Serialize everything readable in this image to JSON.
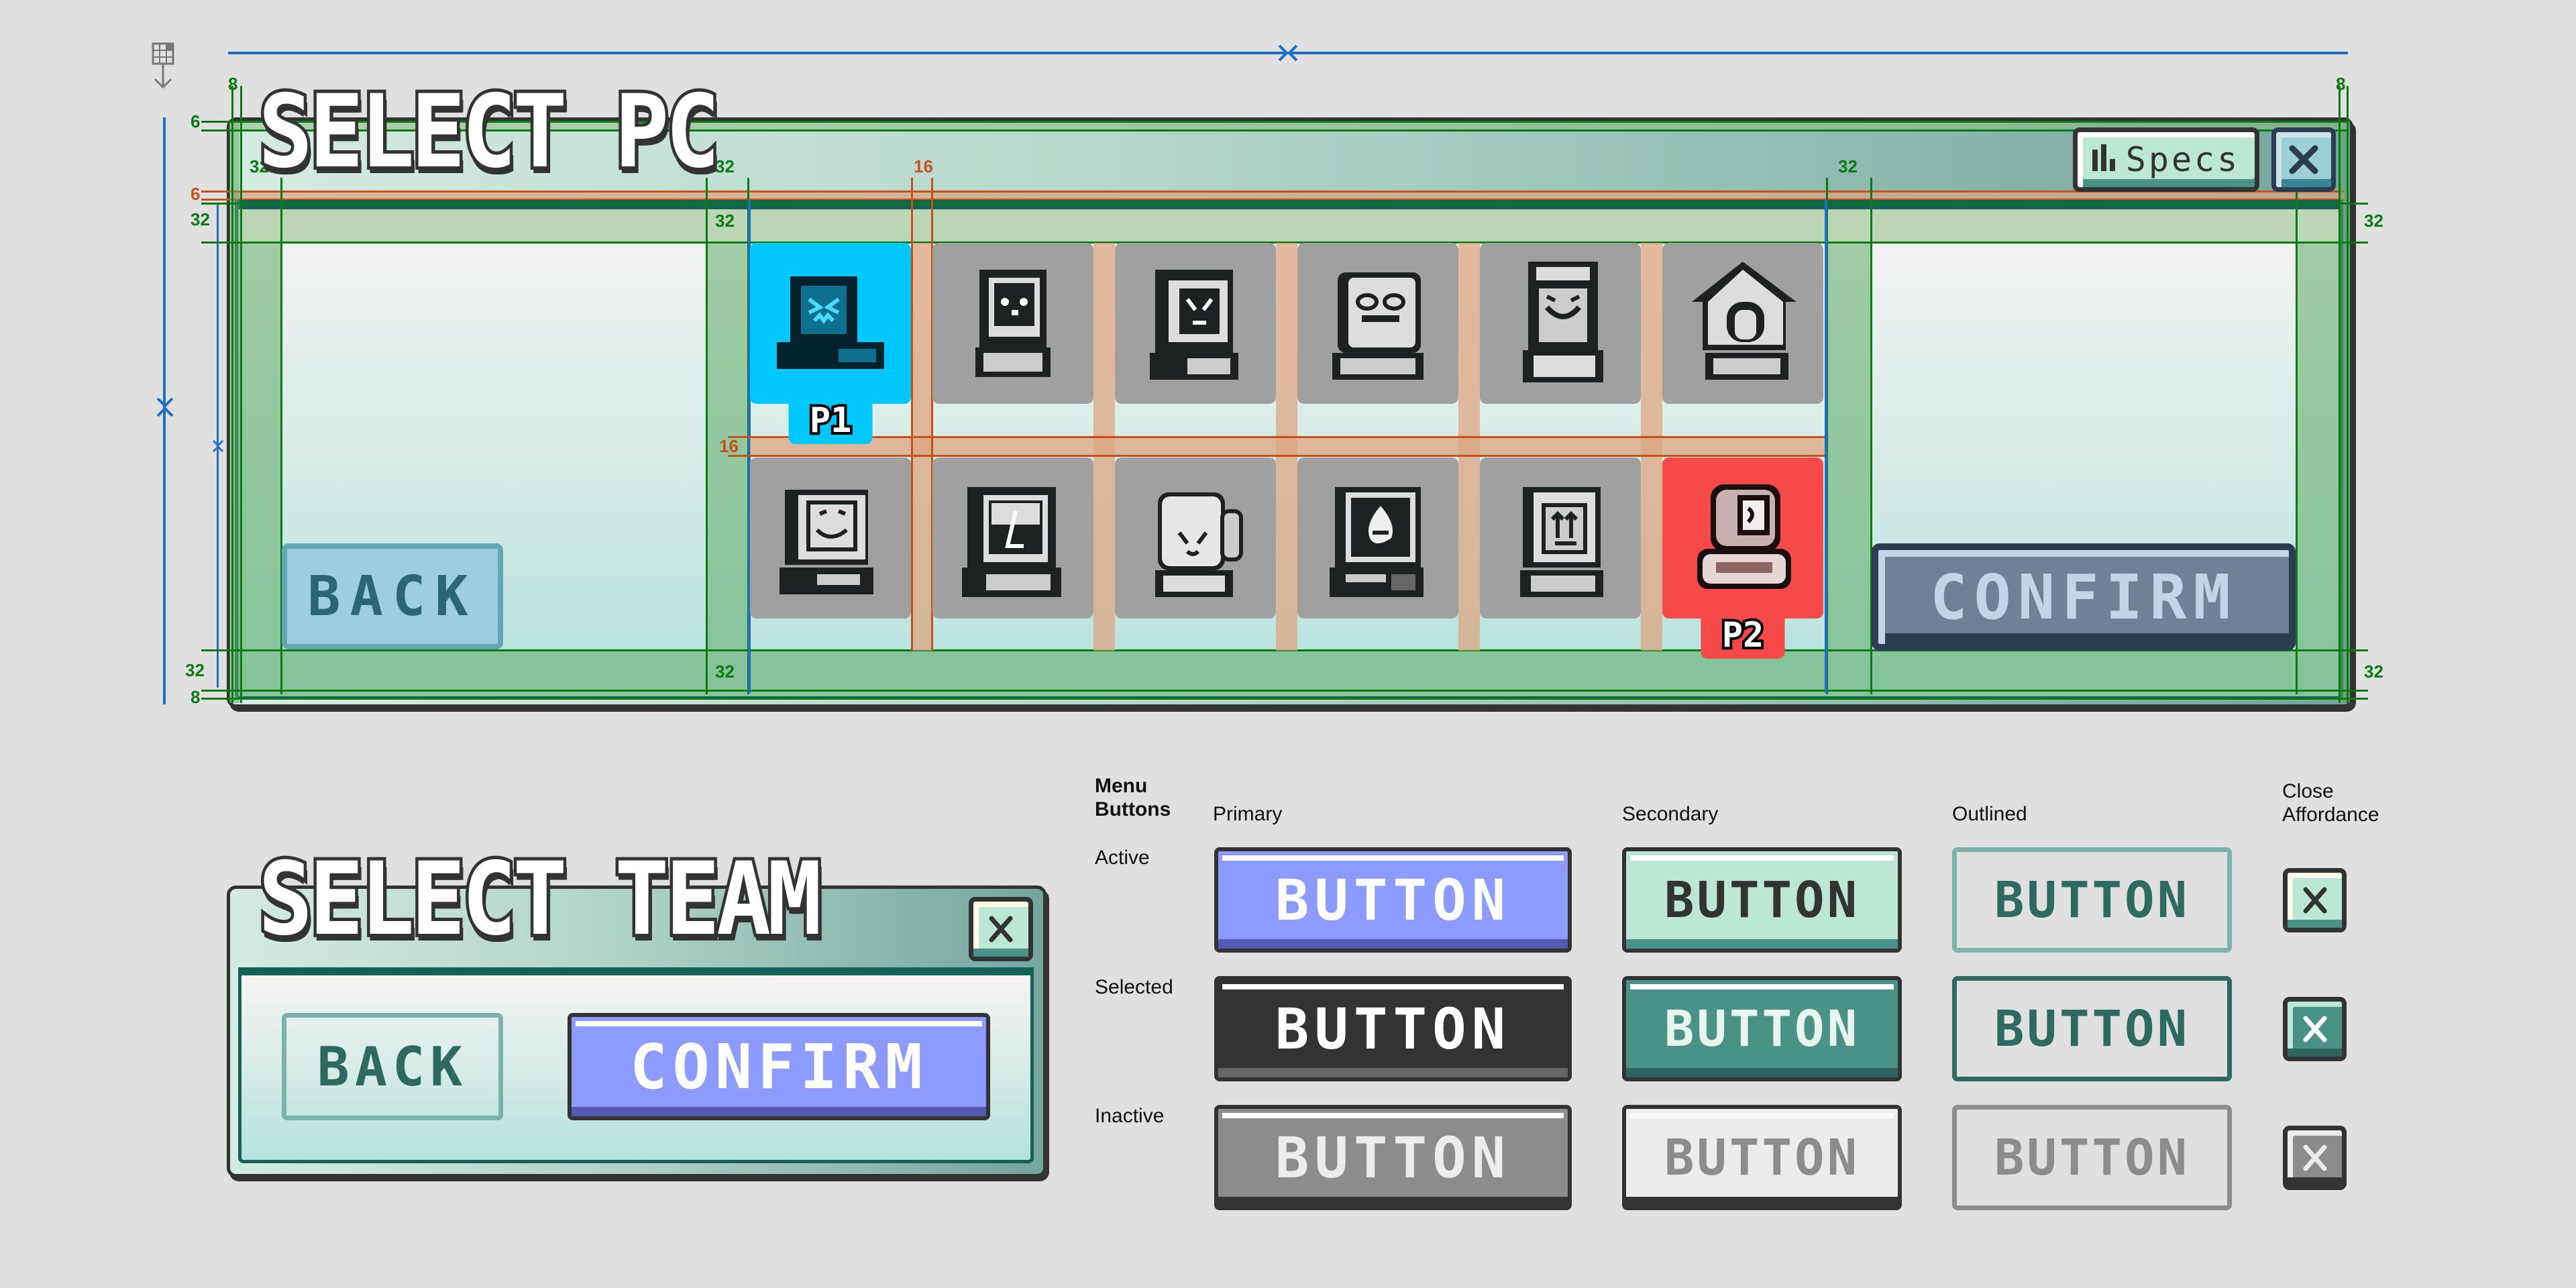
{
  "select_pc": {
    "title": "SELECT PC",
    "specs_label": "Specs",
    "back_label": "BACK",
    "confirm_label": "CONFIRM",
    "player_tags": [
      "P1",
      "P2"
    ],
    "grid": {
      "rows": 2,
      "cols": 6,
      "cells": [
        {
          "name": "pc-angry-retro",
          "state": "p1-selected"
        },
        {
          "name": "pc-smiley-tower",
          "state": "default"
        },
        {
          "name": "pc-angry-boxy",
          "state": "default"
        },
        {
          "name": "pc-big-eyes",
          "state": "default"
        },
        {
          "name": "pc-arcade-grin",
          "state": "default"
        },
        {
          "name": "pc-doghouse",
          "state": "default"
        },
        {
          "name": "pc-happy-face",
          "state": "default"
        },
        {
          "name": "pc-triangle-screen",
          "state": "default"
        },
        {
          "name": "pc-spiky-blob",
          "state": "default"
        },
        {
          "name": "pc-flame-face",
          "state": "default"
        },
        {
          "name": "pc-up-arrows",
          "state": "default"
        },
        {
          "name": "pc-pink-bot",
          "state": "p2-selected"
        }
      ]
    },
    "colors": {
      "p1": "#00c8ff",
      "p2": "#f64a4a",
      "cell_default": "#a0a0a0"
    }
  },
  "annotations": {
    "left_frame_8": "8",
    "right_frame_8": "8",
    "top_6": "6",
    "header_gap_6": "6",
    "top_pad_32_left": "32",
    "bottom_pad_32_left": "32",
    "bottom_8": "8",
    "col_pad_32_a": "32",
    "col_pad_32_b": "32",
    "col_pad_32_c": "32",
    "col_pad_32_d": "32",
    "col_gap_16": "16",
    "row_gap_16": "16",
    "inner_pad_32_a": "32",
    "inner_pad_32_b": "32",
    "right_pad_32_top": "32",
    "right_pad_32_bottom": "32",
    "close_pad_32": "32",
    "colors": {
      "spacing": "#0b7a12",
      "gap": "#c4531a",
      "bounds": "#1f6fc5"
    }
  },
  "select_team": {
    "title": "SELECT TEAM",
    "back_label": "BACK",
    "confirm_label": "CONFIRM"
  },
  "style_guide": {
    "section_title_line1": "Menu",
    "section_title_line2": "Buttons",
    "columns": [
      "Primary",
      "Secondary",
      "Outlined"
    ],
    "close_header_line1": "Close",
    "close_header_line2": "Affordance",
    "rows": [
      "Active",
      "Selected",
      "Inactive"
    ],
    "button_label": "BUTTON",
    "colors": {
      "primary_active": "#8c9bfd",
      "primary_selected": "#333333",
      "primary_inactive": "#8c8c8c",
      "secondary_active": "#bce7d5",
      "secondary_selected": "#4a9186",
      "secondary_inactive": "#ececec",
      "outlined_active": "#7ab3aa",
      "outlined_selected": "#2e6a60",
      "outlined_inactive": "#8c8c8c"
    }
  }
}
